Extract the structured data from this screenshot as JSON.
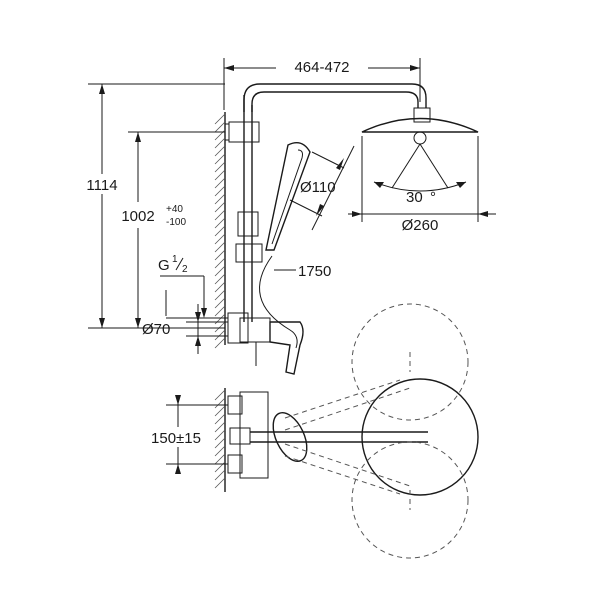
{
  "dimensions": {
    "width_range": "464-472",
    "total_height": "1114",
    "adjust_height": "1002",
    "tol_plus": "+40",
    "tol_minus": "-100",
    "thread_prefix": "G",
    "thread_num": "1",
    "thread_den": "2",
    "hand_shower_dia": "Ø110",
    "hose_length": "1750",
    "angle": "30",
    "angle_unit": "°",
    "head_dia": "Ø260",
    "rosette_dia": "Ø70",
    "center_distance": "150±15"
  }
}
